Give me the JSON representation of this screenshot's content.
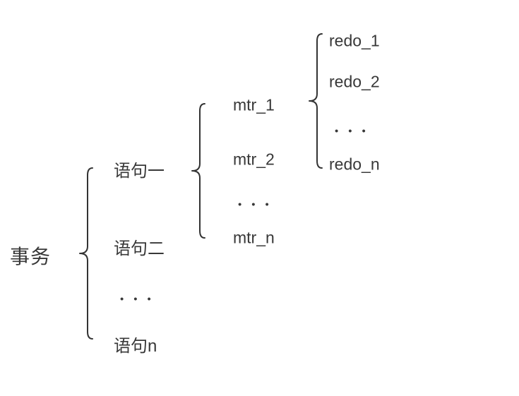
{
  "diagram": {
    "transaction_label": "事务",
    "statements": {
      "item1": "语句一",
      "item2": "语句二",
      "ellipsis": "•••",
      "itemN": "语句n"
    },
    "mtrs": {
      "item1": "mtr_1",
      "item2": "mtr_2",
      "ellipsis": "•••",
      "itemN": "mtr_n"
    },
    "redos": {
      "item1": "redo_1",
      "item2": "redo_2",
      "ellipsis": "•••",
      "itemN": "redo_n"
    },
    "icons": {
      "brace1": "curly-brace",
      "brace2": "curly-brace",
      "brace3": "curly-brace"
    },
    "colors": {
      "text": "#383838",
      "line": "#333333",
      "background": "#ffffff"
    }
  }
}
